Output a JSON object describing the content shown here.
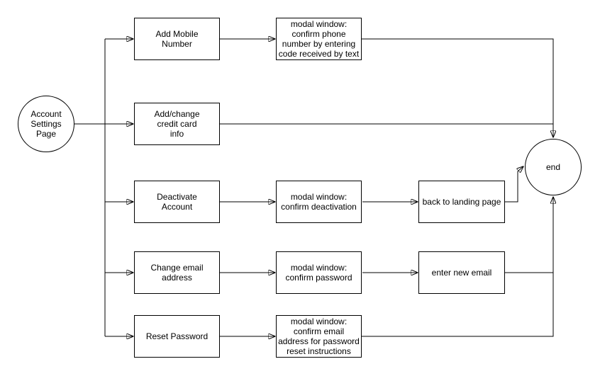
{
  "diagram": {
    "background_color": "#ffffff",
    "stroke_color": "#000000",
    "start_node": {
      "label": "Account\nSettings\nPage"
    },
    "end_node": {
      "label": "end"
    },
    "flows": [
      {
        "action": "Add Mobile\nNumber",
        "modal": "modal window:\nconfirm phone\nnumber by entering\ncode received by text"
      },
      {
        "action": "Add/change\ncredit card\ninfo"
      },
      {
        "action": "Deactivate\nAccount",
        "modal": "modal window:\nconfirm deactivation",
        "result": "back to landing page"
      },
      {
        "action": "Change email\naddress",
        "modal": "modal window:\nconfirm password",
        "result": "enter new email"
      },
      {
        "action": "Reset Password",
        "modal": "modal window:\nconfirm email\naddress for password\nreset instructions"
      }
    ]
  }
}
